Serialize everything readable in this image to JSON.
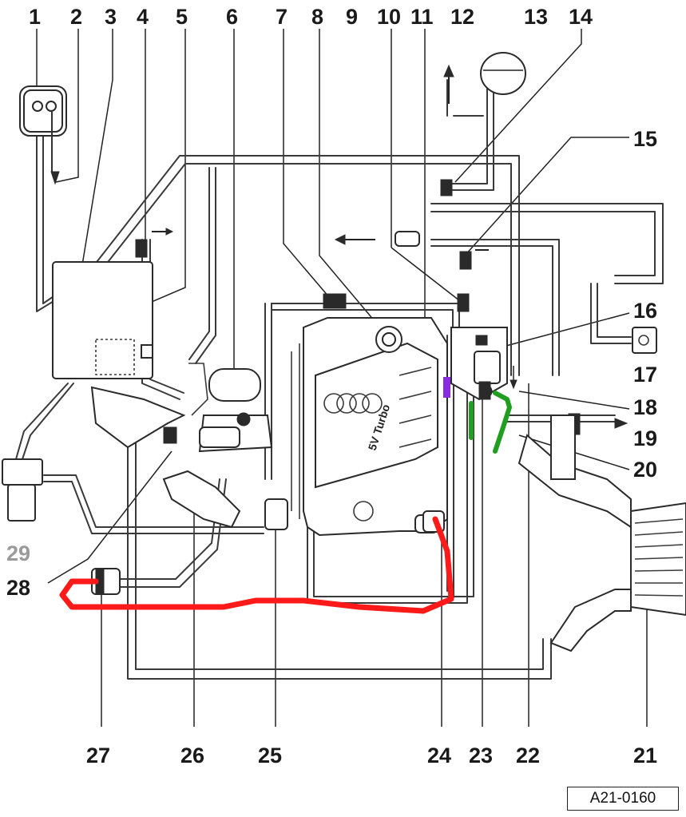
{
  "diagram": {
    "callouts": [
      "1",
      "2",
      "3",
      "4",
      "5",
      "6",
      "7",
      "8",
      "9",
      "10",
      "11",
      "12",
      "13",
      "14",
      "15",
      "16",
      "17",
      "18",
      "19",
      "20",
      "21",
      "22",
      "23",
      "24",
      "25",
      "26",
      "27",
      "28",
      "29"
    ],
    "engine_label": "5V Turbo",
    "figure_ref": "A21-0160",
    "highlight_colors": {
      "red": "#ff1a1a",
      "green": "#1f9e1f",
      "purple": "#8a2be2"
    }
  }
}
